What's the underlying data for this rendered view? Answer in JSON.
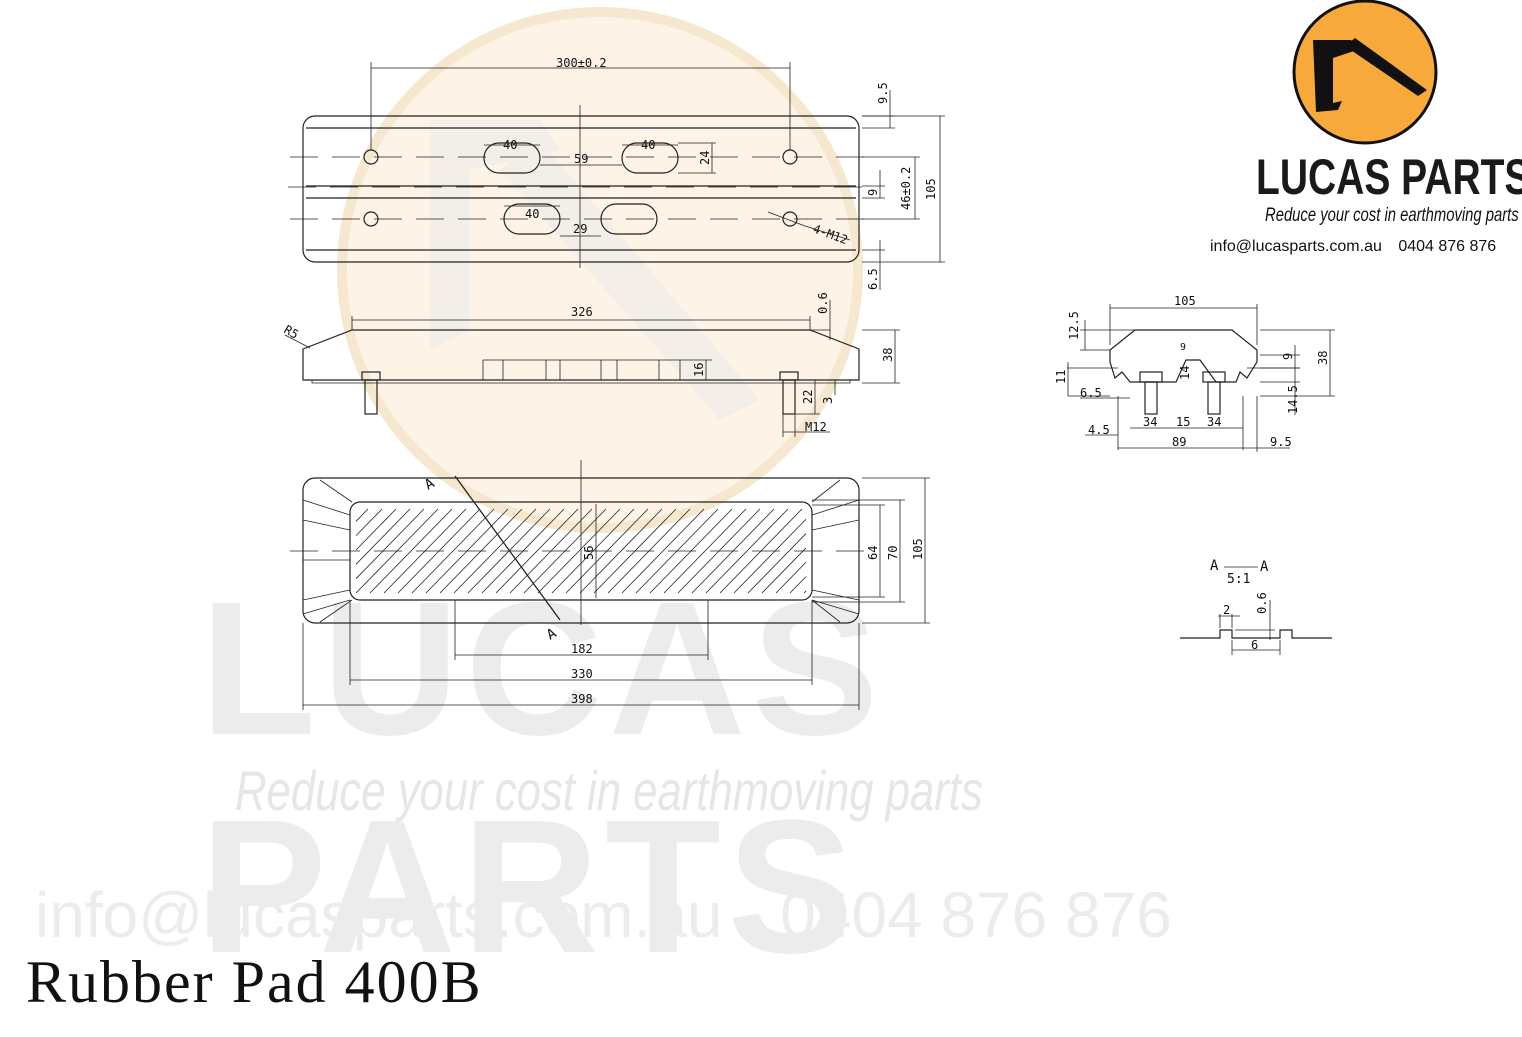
{
  "watermark": {
    "brand": "LUCAS PARTS",
    "tagline": "Reduce your cost in earthmoving parts",
    "email": "info@lucasparts.com.au",
    "phone": "0404 876 876"
  },
  "logo": {
    "brand": "LUCAS PARTS",
    "tagline": "Reduce your cost in earthmoving parts",
    "email": "info@lucasparts.com.au",
    "phone": "0404 876 876",
    "circle_color": "#f7a93b"
  },
  "title": "Rubber Pad 400B",
  "drawing": {
    "top_view": {
      "hole_spacing": "300±0.2",
      "slot_length_1": "40",
      "slot_length_2": "40",
      "slot_length_3": "40",
      "slot_gap": "59",
      "slot_gap_lower": "29",
      "slot_height": "24",
      "bolt_callout": "4-M12",
      "edge_top": "9.5",
      "row_spacing": "46±0.2",
      "center_gap": "9",
      "width": "105",
      "edge_bottom": "6.5"
    },
    "side_view": {
      "radius": "R5",
      "top_length": "326",
      "top_offset": "0.6",
      "height": "38",
      "recess": "16",
      "bolt_length": "22",
      "bolt_gap": "3",
      "thread": "M12"
    },
    "bottom_view": {
      "section_mark_1": "A",
      "section_mark_2": "A",
      "groove_width": "56",
      "inner_width": "64",
      "mid_width": "70",
      "width": "105",
      "flat_length": "182",
      "inner_length": "330",
      "total_length": "398"
    },
    "end_view": {
      "width": "105",
      "top_chamfer": "12.5",
      "height": "38",
      "inner_9": "9",
      "inner_14": "14",
      "small_9": "9",
      "base_11": "11",
      "flange": "6.5",
      "side_145": "14.5",
      "left_gap": "4.5",
      "pad_34_left": "34",
      "pad_gap": "15",
      "pad_34_right": "34",
      "base_width": "89",
      "right_gap": "9.5"
    },
    "section_detail": {
      "label_left": "A",
      "label_right": "A",
      "scale": "5:1",
      "step_width": "2",
      "step_height": "0.6",
      "base_width": "6"
    }
  }
}
